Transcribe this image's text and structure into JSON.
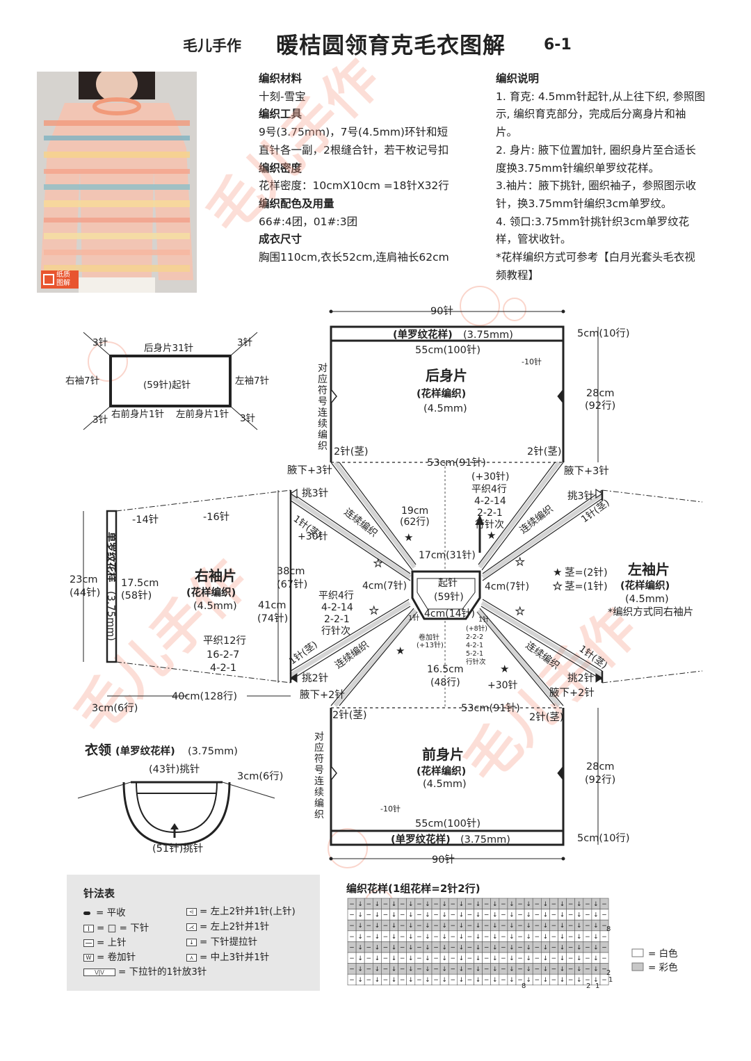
{
  "header": {
    "brand": "毛儿手作",
    "title": "暖桔圆领育克毛衣图解",
    "page_no": "6-1"
  },
  "photo": {
    "badge": "纸质图解"
  },
  "materials": {
    "lines": [
      {
        "text": "编织材料",
        "bold": true
      },
      {
        "text": "十刻-雪宝",
        "bold": false
      },
      {
        "text": "编织工具",
        "bold": true
      },
      {
        "text": "9号(3.75mm)，7号(4.5mm)环针和短",
        "bold": false
      },
      {
        "text": "直针各一副，2根缝合针，若干枚记号扣",
        "bold": false
      },
      {
        "text": "编织密度",
        "bold": true
      },
      {
        "text": "花样密度：10cmX10cm =18针X32行",
        "bold": false
      },
      {
        "text": "编织配色及用量",
        "bold": true
      },
      {
        "text": "66#:4团，01#:3团",
        "bold": false
      },
      {
        "text": "成衣尺寸",
        "bold": true
      },
      {
        "text": "胸围110cm,衣长52cm,连肩袖长62cm",
        "bold": false
      }
    ]
  },
  "instructions": {
    "lines": [
      {
        "text": "编织说明",
        "bold": true
      },
      {
        "text": "1. 育克: 4.5mm针起针,从上往下织, 参照图",
        "bold": false
      },
      {
        "text": "示, 编织育克部分，完成后分离身片和袖",
        "bold": false
      },
      {
        "text": "片。",
        "bold": false
      },
      {
        "text": "2. 身片: 腋下位置加针, 圈织身片至合适长",
        "bold": false
      },
      {
        "text": "度换3.75mm针编织单罗纹花样。",
        "bold": false
      },
      {
        "text": "3.袖片：腋下挑针, 圈织袖子，参照图示收",
        "bold": false
      },
      {
        "text": "针，换3.75mm针编织3cm单罗纹。",
        "bold": false
      },
      {
        "text": "4. 领口:3.75mm针挑针织3cm单罗纹花",
        "bold": false
      },
      {
        "text": "样，管状收针。",
        "bold": false
      },
      {
        "text": "*花样编织方式可参考【白月光套头毛衣视",
        "bold": false
      },
      {
        "text": "频教程】",
        "bold": false
      }
    ]
  },
  "cast_on_diagram": {
    "top_left": "3针",
    "top_right": "3针",
    "bottom_left": "3针",
    "bottom_right": "3针",
    "back": "后身片31针",
    "cast_on": "(59针)起针",
    "right_sleeve": "右袖7针",
    "left_sleeve": "左袖7针",
    "right_front": "右前身片1针",
    "left_front": "左前身片1针"
  },
  "back_piece": {
    "width_top": "90针",
    "rib": "(单罗纹花样)",
    "rib_needle": "(3.75mm)",
    "width_cm": "55cm(100针)",
    "dec": "-10针",
    "name": "后身片",
    "pattern": "(花样编织)",
    "needle": "(4.5mm)",
    "rib_h": "5cm(10行)",
    "body_h": "28cm",
    "body_rows": "(92行)",
    "side_note": "对应符号连续编织",
    "stem_l": "2针(茎)",
    "stem_r": "2针(茎)",
    "underarm_l": "腋下+3针",
    "underarm_r": "腋下+3针",
    "chest": "53cm(91针)"
  },
  "yoke": {
    "dec_block": [
      "(+30针)",
      "平织4行",
      "4-2-14",
      "2-2-1",
      "行针次"
    ],
    "depth": "19cm",
    "depth_rows": "(62行)",
    "top_w": "17cm(31针)",
    "side_l": "4cm(7针)",
    "side_r": "4cm(7针)",
    "cast_on": "起针",
    "cast_on_n": "(59针)",
    "bottom": "4cm(14针)",
    "left_block": [
      "平织4行",
      "4-2-14",
      "2-2-1",
      "行针次"
    ],
    "plus30_l": "+30针",
    "plus30_bottom": "+30针",
    "continuous": "连续编织",
    "stem1_l": "1针",
    "front_note": [
      "卷加针",
      "(+13针)"
    ],
    "front_inc": [
      "1针",
      "(+8针)",
      "2-2-2",
      "4-2-1",
      "5-2-1",
      "行针次"
    ],
    "front_depth": "16.5cm",
    "front_rows": "(48行)"
  },
  "right_sleeve": {
    "name": "右袖片",
    "pattern": "(花样编织)",
    "needle": "(4.5mm)",
    "rib": "单罗纹花样",
    "rib_needle": "(3.75mm)",
    "dec14": "-14针",
    "dec16": "-16针",
    "pick3": "挑3针",
    "pick2": "挑2针",
    "stem1": "1针(茎)",
    "stem2": "1针(茎)",
    "cuff_h": "23cm",
    "cuff_rows": "(44针)",
    "inner_h": "17.5cm",
    "inner_rows": "(58针)",
    "h38": "38cm",
    "h38_n": "(67针)",
    "h41": "41cm",
    "h41_n": "(74针)",
    "dec_block": [
      "平织12行",
      "16-2-7",
      "4-2-1"
    ],
    "length": "40cm(128行)",
    "cuff_len": "3cm(6行)",
    "underarm": "腋下+2针"
  },
  "left_sleeve": {
    "name": "左袖片",
    "pattern": "(花样编织)",
    "needle": "(4.5mm)",
    "note": "*编织方式同右袖片",
    "pick3": "挑3针",
    "pick2": "挑2针",
    "stem1": "1针(茎)",
    "stem2": "1针(茎)",
    "underarm": "腋下+2针"
  },
  "stem_legend": {
    "black": "茎=(2针)",
    "white": "茎=(1针)"
  },
  "front_piece": {
    "name": "前身片",
    "pattern": "(花样编织)",
    "needle": "(4.5mm)",
    "chest": "53cm(91针)",
    "stem_l": "2针(茎)",
    "stem_r": "2针(茎)",
    "body_h": "28cm",
    "body_rows": "(92行)",
    "rib_h": "5cm(10行)",
    "dec": "-10针",
    "width_cm": "55cm(100针)",
    "rib": "(单罗纹花样)",
    "rib_needle": "(3.75mm)",
    "width_bottom": "90针",
    "side_note": "对应符号连续编织"
  },
  "collar": {
    "title": "衣领",
    "rib": "(单罗纹花样)",
    "needle": "(3.75mm)",
    "pick_top": "(43针)挑针",
    "height": "3cm(6行)",
    "pick_bottom": "(51针)挑针"
  },
  "stitch_legend": {
    "title": "针法表",
    "items": [
      {
        "sym": "bind",
        "text": "= 平收"
      },
      {
        "sym": "knit",
        "text": "= □ = 下针"
      },
      {
        "sym": "purl",
        "text": "= 上针"
      },
      {
        "sym": "yo",
        "text": "= 卷加针"
      },
      {
        "sym": "k1to3",
        "text": "= 下拉针的1针放3针"
      },
      {
        "sym": "ssp",
        "text": "= 左上2针并1针(上针)"
      },
      {
        "sym": "k2tog",
        "text": "= 左上2针并1针"
      },
      {
        "sym": "slip",
        "text": "= 下针提拉针"
      },
      {
        "sym": "cdd",
        "text": "= 中上3针并1针"
      }
    ]
  },
  "pattern_chart": {
    "title": "编织花样(1组花样=2针2行)",
    "row_labels": [
      "8",
      "2",
      "1"
    ],
    "col_labels": [
      "8",
      "2",
      "1"
    ],
    "white": "= 白色",
    "color": "= 彩色",
    "colors": {
      "grey": "#c8c8c8"
    }
  },
  "watermark": "毛儿手作"
}
